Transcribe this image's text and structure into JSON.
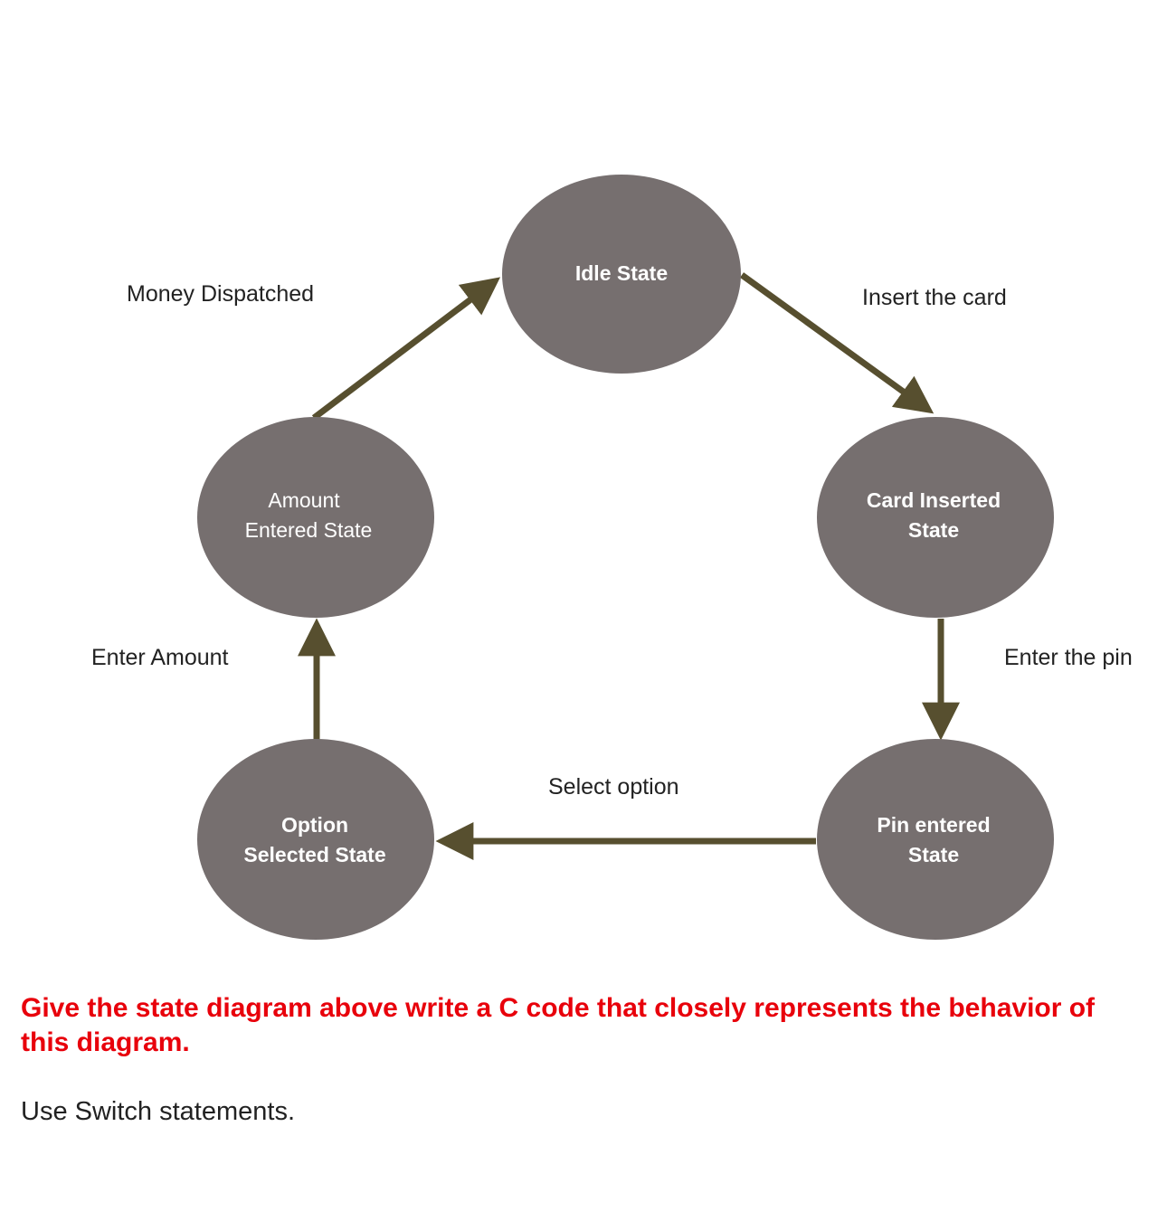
{
  "diagram": {
    "colors": {
      "state_fill": "#766f6f",
      "arrow": "#574f2f",
      "state_text": "#ffffff"
    },
    "states": {
      "idle": {
        "line1": "Idle State",
        "line2": ""
      },
      "card_inserted": {
        "line1": "Card Inserted",
        "line2": "State"
      },
      "pin_entered": {
        "line1": "Pin entered",
        "line2": "State"
      },
      "option_selected": {
        "line1": "Option",
        "line2": "Selected State"
      },
      "amount_entered": {
        "line1": "Amount",
        "line2": "Entered State"
      }
    },
    "transitions": {
      "insert_card": "Insert the card",
      "enter_pin": "Enter the pin",
      "select_option": "Select option",
      "enter_amount": "Enter Amount",
      "money_dispatched": "Money Dispatched"
    }
  },
  "question": {
    "text": "Give the state diagram above write a C code that closely represents the behavior of this diagram.",
    "color": "#e8000b"
  },
  "instruction": {
    "text": "Use Switch statements."
  }
}
